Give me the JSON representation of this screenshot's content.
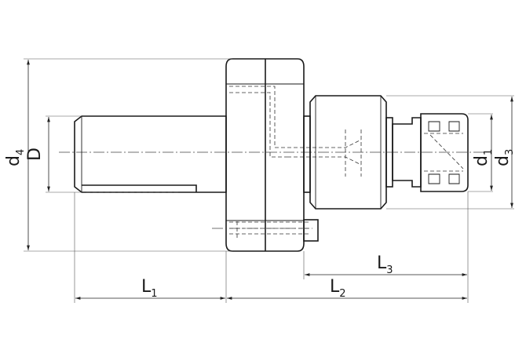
{
  "labels": {
    "d4": {
      "main": "d",
      "sub": "4"
    },
    "D": {
      "main": "D"
    },
    "d1": {
      "main": "d",
      "sub": "1"
    },
    "d3": {
      "main": "d",
      "sub": "3"
    },
    "L1": {
      "main": "L",
      "sub": "1"
    },
    "L2": {
      "main": "L",
      "sub": "2"
    },
    "L3": {
      "main": "L",
      "sub": "3"
    }
  }
}
